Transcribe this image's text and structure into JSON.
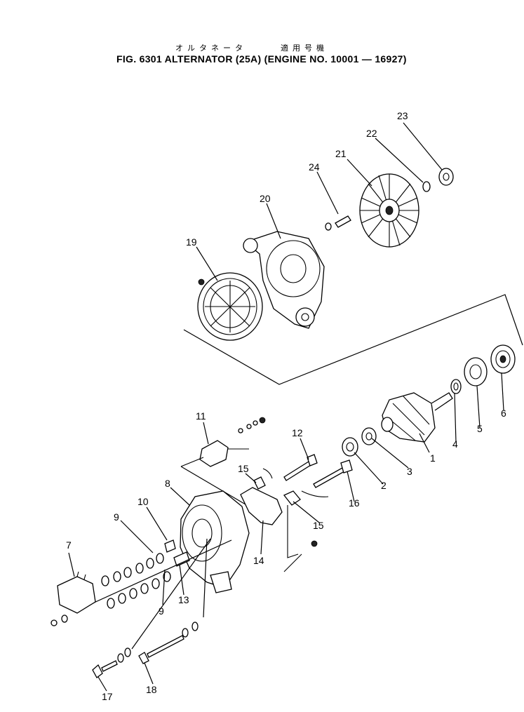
{
  "header": {
    "title_jp_a": "オルタネータ",
    "title_jp_b": "適用号機",
    "title": "FIG. 6301  ALTERNATOR (25A) (ENGINE NO. 10001 — 16927)"
  },
  "callouts": [
    "1",
    "2",
    "3",
    "4",
    "5",
    "6",
    "7",
    "8",
    "9",
    "10",
    "11",
    "12",
    "13",
    "14",
    "15",
    "16",
    "17",
    "18",
    "19",
    "20",
    "21",
    "22",
    "23",
    "24"
  ],
  "callouts_extra": {
    "c9b": "9",
    "c15b": "15"
  }
}
